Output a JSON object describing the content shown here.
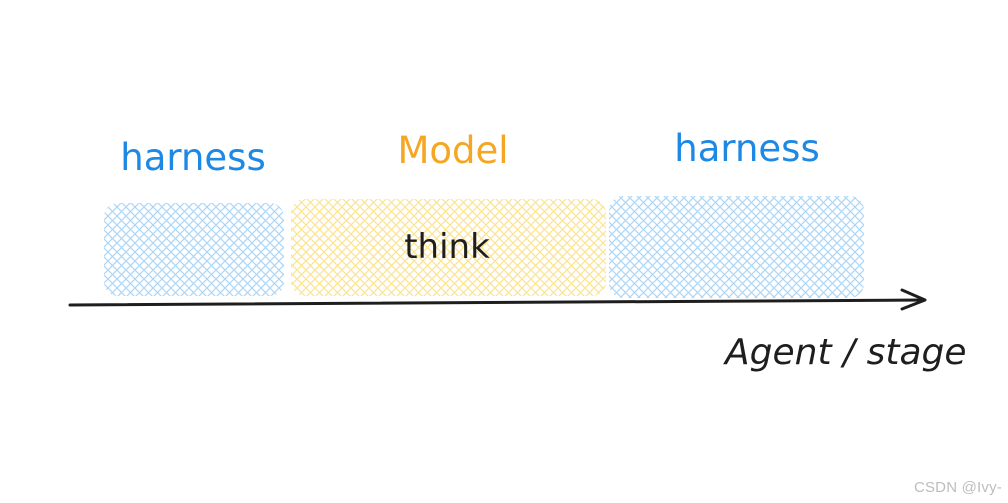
{
  "colors": {
    "harness": "#1e88e5",
    "harness_fill": "#a8d4f5",
    "model": "#f5a623",
    "model_fill": "#fbe28a",
    "ink": "#1e1e1e",
    "watermark": "#bdbdbd"
  },
  "segments": [
    {
      "label": "harness",
      "text": ""
    },
    {
      "label": "Model",
      "text": "think"
    },
    {
      "label": "harness",
      "text": ""
    }
  ],
  "axis": {
    "label": "Agent / stage"
  },
  "watermark": "CSDN @Ivy-"
}
